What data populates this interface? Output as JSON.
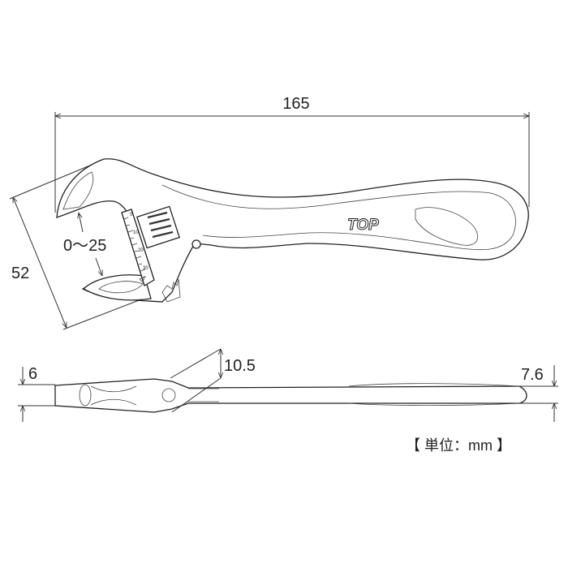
{
  "top_view": {
    "length_label": "165",
    "head_width_label": "52",
    "jaw_opening_label": "0～25",
    "scale_marks": [
      "0",
      "10",
      "20",
      "30"
    ],
    "brand_logo": "TOP"
  },
  "side_view": {
    "jaw_thickness_label": "6",
    "head_thickness_label": "10.5",
    "handle_thickness_label": "7.6"
  },
  "unit_label": "【 単位：mm 】"
}
